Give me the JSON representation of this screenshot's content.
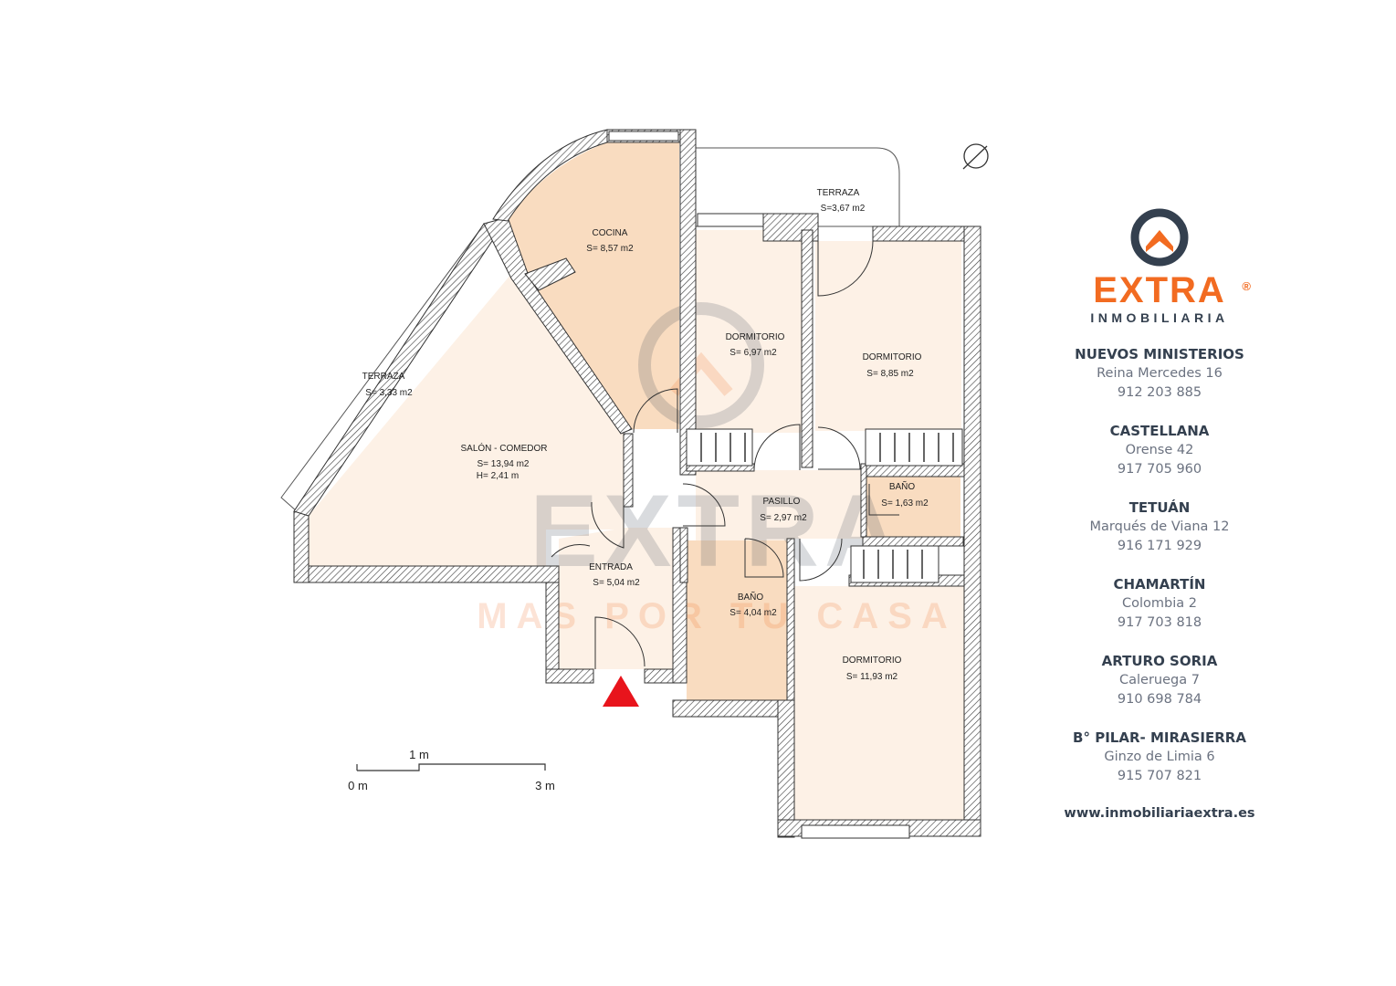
{
  "rooms": {
    "cocina": {
      "name": "COCINA",
      "area": "S= 8,57 m2"
    },
    "terraza_top": {
      "name": "TERRAZA",
      "area": "S=3,67 m2"
    },
    "terraza_left": {
      "name": "TERRAZA",
      "area": "S= 3,33 m2"
    },
    "dormitorio_1": {
      "name": "DORMITORIO",
      "area": "S= 6,97 m2"
    },
    "dormitorio_2": {
      "name": "DORMITORIO",
      "area": "S= 8,85 m2"
    },
    "salon": {
      "name": "SALÓN - COMEDOR",
      "area": "S= 13,94 m2",
      "height": "H= 2,41 m"
    },
    "bano_small": {
      "name": "BAÑO",
      "area": "S= 1,63 m2"
    },
    "pasillo": {
      "name": "PASILLO",
      "area": "S= 2,97 m2"
    },
    "entrada": {
      "name": "ENTRADA",
      "area": "S= 5,04 m2"
    },
    "bano": {
      "name": "BAÑO",
      "area": "S= 4,04 m2"
    },
    "dormitorio_3": {
      "name": "DORMITORIO",
      "area": "S= 11,93 m2"
    }
  },
  "scale": {
    "mid": "1 m",
    "start": "0 m",
    "end": "3 m"
  },
  "watermark": {
    "word": "EXTRA",
    "tagline": "MAS POR TU CASA"
  },
  "brand": {
    "name": "EXTRA",
    "registered": "®",
    "sub": "INMOBILIARIA",
    "offices": [
      {
        "name": "NUEVOS MINISTERIOS",
        "address": "Reina Mercedes 16",
        "phone": "912 203 885"
      },
      {
        "name": "CASTELLANA",
        "address": "Orense 42",
        "phone": "917 705 960"
      },
      {
        "name": "TETUÁN",
        "address": "Marqués de Viana 12",
        "phone": "916 171 929"
      },
      {
        "name": "CHAMARTÍN",
        "address": "Colombia 2",
        "phone": "917 703 818"
      },
      {
        "name": "ARTURO SORIA",
        "address": "Caleruega 7",
        "phone": "910 698 784"
      },
      {
        "name": "B° PILAR- MIRASIERRA",
        "address": "Ginzo de Limia 6",
        "phone": "915 707 821"
      }
    ],
    "website": "www.inmobiliariaextra.es"
  },
  "colors": {
    "room_fill": "#fdf1e6",
    "kitchen_fill": "#f9dcc0",
    "bath_fill": "#f9dcc0",
    "brand_orange": "#f26b21",
    "brand_navy": "#34404f",
    "entry_marker": "#e8141c"
  },
  "icons": {
    "entry": "entry-triangle-icon",
    "compass": "compass-icon",
    "logo": "house-logo-icon"
  }
}
